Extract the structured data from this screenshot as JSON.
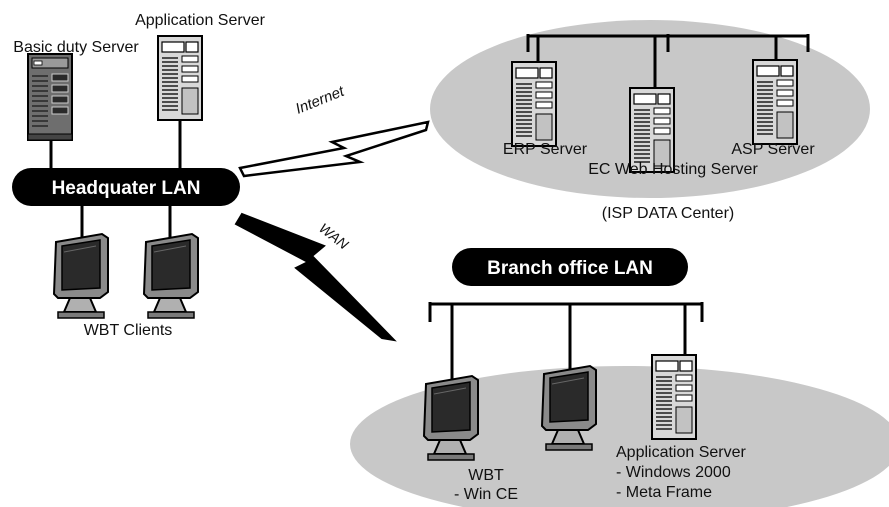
{
  "headquarters": {
    "lan_label": "Headquater LAN",
    "basic_server_label": "Basic duty Server",
    "app_server_label": "Application Server",
    "clients_label": "WBT Clients"
  },
  "links": {
    "internet_label": "Internet",
    "wan_label": "WAN"
  },
  "isp": {
    "erp_label": "ERP Server",
    "ec_label": "EC Web Hosting Server",
    "asp_label": "ASP Server",
    "center_label": "(ISP DATA Center)"
  },
  "branch": {
    "lan_label": "Branch office LAN",
    "wbt_label": "WBT",
    "wbt_os": "- Win CE",
    "app_server_label": "Application Server",
    "app_server_os": "- Windows 2000",
    "app_server_sw": "- Meta Frame"
  },
  "colors": {
    "cloud": "#c8c8c8",
    "lan_pill": "#000000",
    "device_body": "#d0d0d0"
  }
}
